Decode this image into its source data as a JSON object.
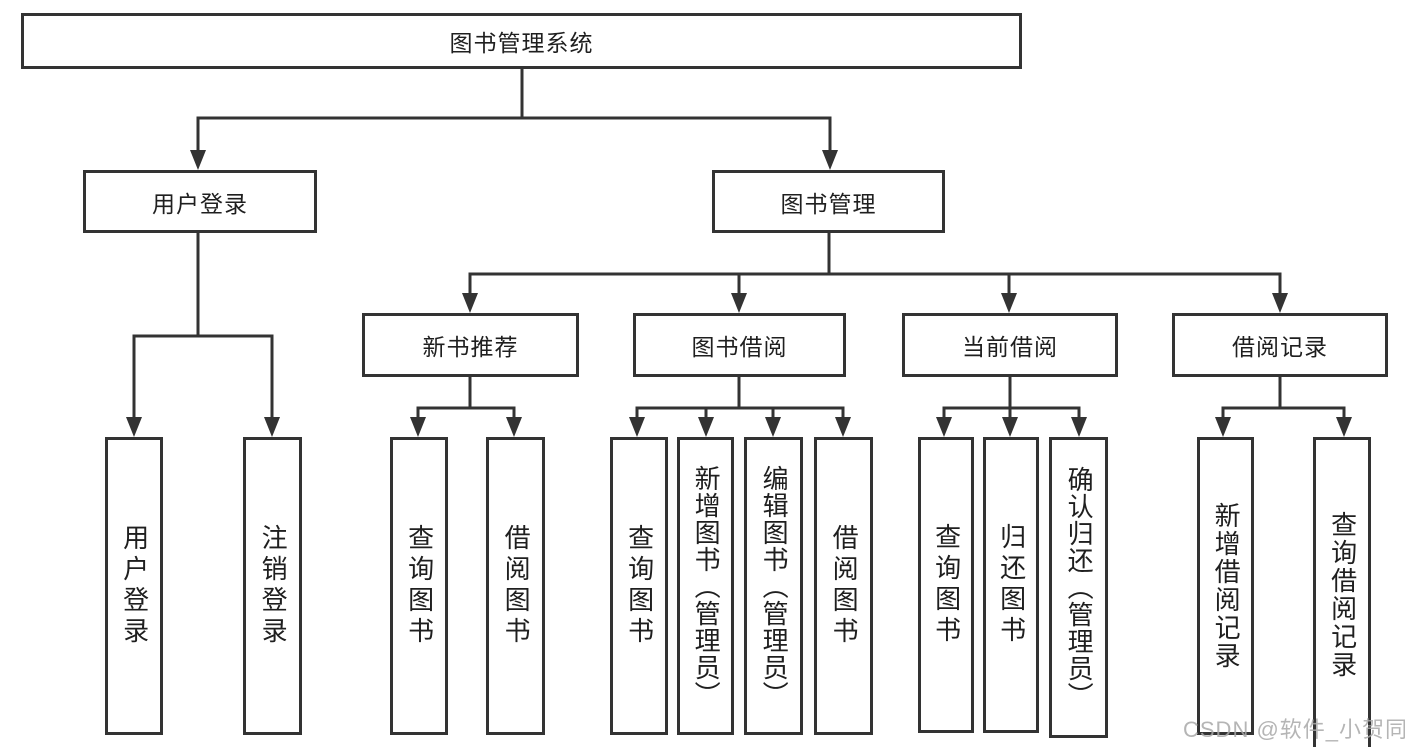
{
  "diagram": {
    "type": "org-tree",
    "tree": {
      "root": {
        "label": "图书管理系统",
        "children": [
          {
            "label": "用户登录",
            "children": [
              {
                "label": "用户登录"
              },
              {
                "label": "注销登录"
              }
            ]
          },
          {
            "label": "图书管理",
            "children": [
              {
                "label": "新书推荐",
                "children": [
                  {
                    "label": "查询图书"
                  },
                  {
                    "label": "借阅图书"
                  }
                ]
              },
              {
                "label": "图书借阅",
                "children": [
                  {
                    "label": "查询图书"
                  },
                  {
                    "label": "新增图书（管理员）"
                  },
                  {
                    "label": "编辑图书（管理员）"
                  },
                  {
                    "label": "借阅图书"
                  }
                ]
              },
              {
                "label": "当前借阅",
                "children": [
                  {
                    "label": "查询图书"
                  },
                  {
                    "label": "归还图书"
                  },
                  {
                    "label": "确认归还（管理员）"
                  }
                ]
              },
              {
                "label": "借阅记录",
                "children": [
                  {
                    "label": "新增借阅记录"
                  },
                  {
                    "label": "查询借阅记录"
                  }
                ]
              }
            ]
          }
        ]
      }
    },
    "colors": {
      "line": "#333333",
      "box_border": "#333333",
      "text": "#1f1f1f",
      "background": "#ffffff",
      "watermark": "#a9a9a9"
    }
  },
  "watermark": {
    "text": "CSDN @软件_小贺同学"
  }
}
